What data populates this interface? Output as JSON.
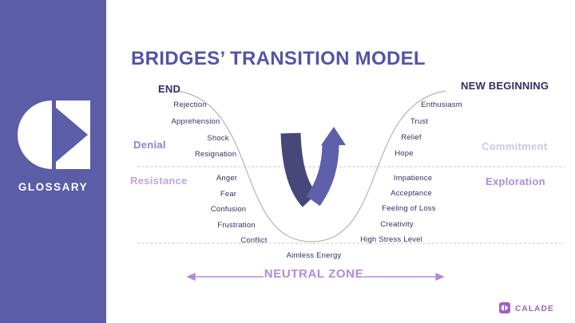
{
  "sidebar": {
    "title": "GLOSSARY"
  },
  "slide": {
    "title": "BRIDGES’ TRANSITION MODEL"
  },
  "diagram": {
    "end_label": "END",
    "new_beginning_label": "NEW BEGINNING",
    "neutral_zone_label": "NEUTRAL ZONE",
    "aimless_energy_label": "Aimless Energy",
    "zones": [
      {
        "id": "denial",
        "label": "Denial",
        "color": "#8b86c9"
      },
      {
        "id": "resistance",
        "label": "Resistance",
        "color": "#c0a5da"
      },
      {
        "id": "commitment",
        "label": "Commitment",
        "color": "#cbc7e7"
      },
      {
        "id": "exploration",
        "label": "Exploration",
        "color": "#aa8ed3"
      }
    ],
    "left_feelings": [
      "Rejection",
      "Apprehension",
      "Shock",
      "Resignation",
      "Anger",
      "Fear",
      "Confusion",
      "Frustration",
      "Conflict"
    ],
    "right_feelings": [
      "Enthusiasm",
      "Trust",
      "Relief",
      "Hope",
      "Impatience",
      "Acceptance",
      "Feeling of Loss",
      "Creativity",
      "High Stress Level"
    ]
  },
  "footer": {
    "brand": "CALADE"
  },
  "colors": {
    "sidebar": "#5b5da6",
    "title": "#5553a4",
    "dark_label": "#33305f",
    "curve": "#b3b3b8",
    "v_left": "#474879",
    "v_right": "#5d60a9",
    "neutral": "#b58ad2",
    "brand": "#9c63be",
    "dashed": "#c6c6ca"
  }
}
